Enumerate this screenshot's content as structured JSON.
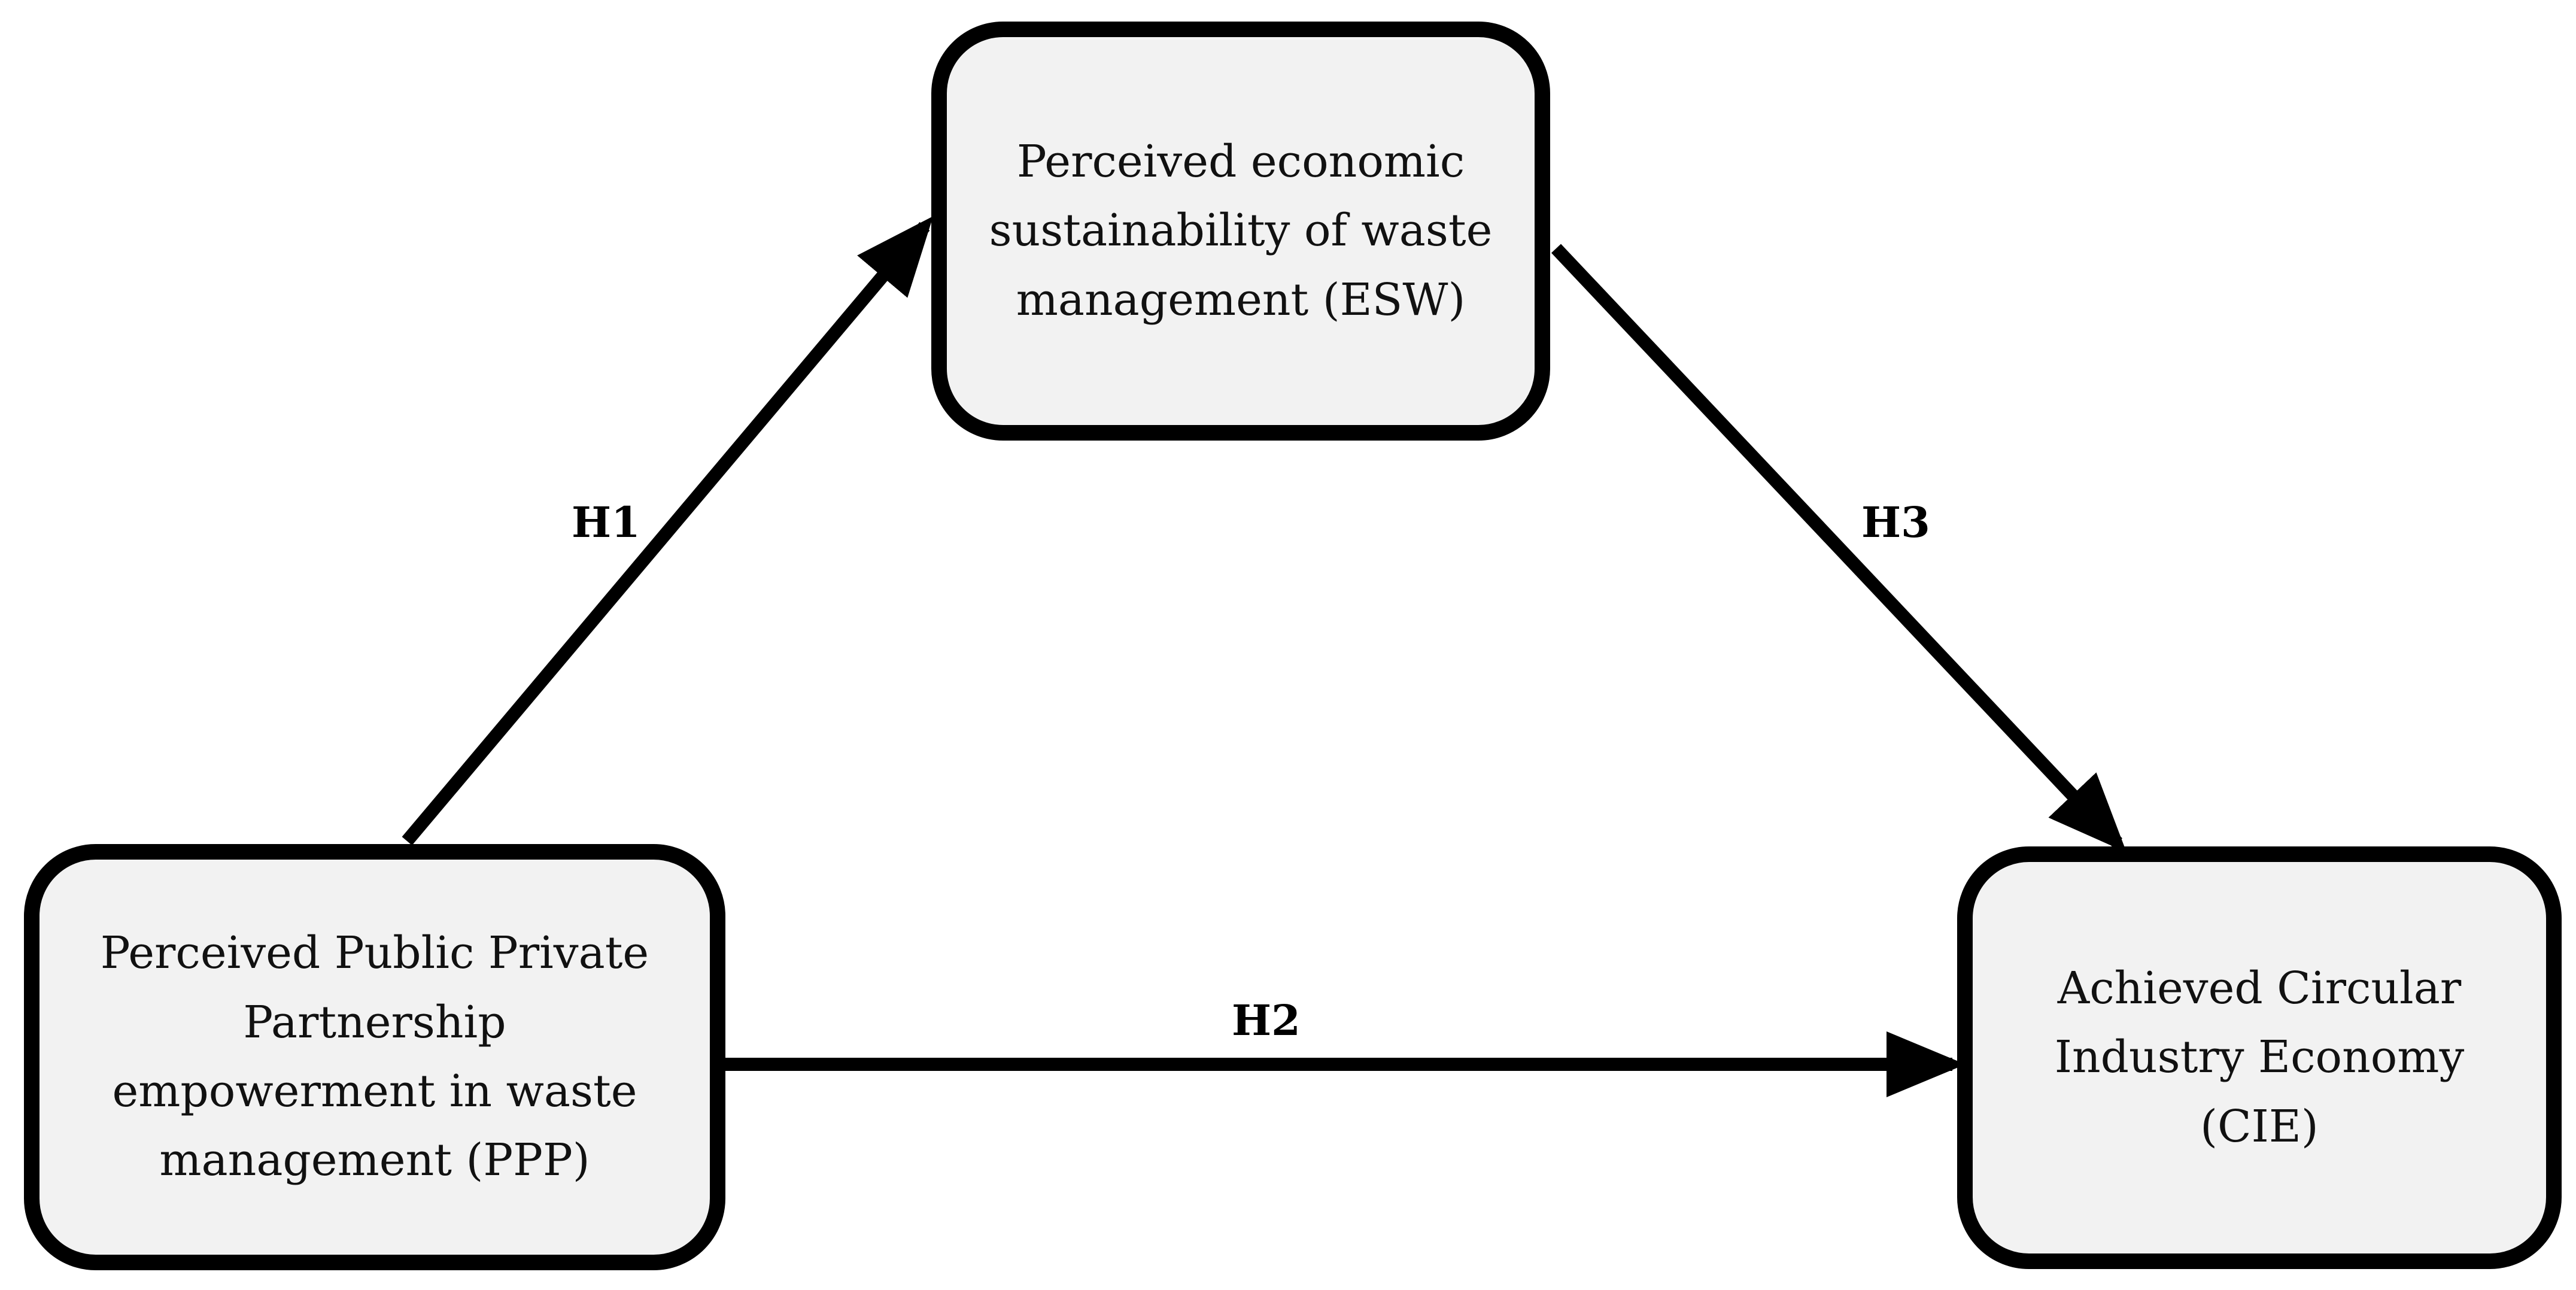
{
  "diagram": {
    "nodes": [
      {
        "id": "esw",
        "lines": [
          "Perceived economic",
          "sustainability of waste",
          "management (ESW)"
        ]
      },
      {
        "id": "ppp",
        "lines": [
          "Perceived Public Private",
          "Partnership",
          "empowerment in waste",
          "management (PPP)"
        ]
      },
      {
        "id": "cie",
        "lines": [
          "Achieved Circular",
          "Industry Economy",
          "(CIE)"
        ]
      }
    ],
    "edges": [
      {
        "from": "ppp",
        "to": "esw",
        "label": "H1"
      },
      {
        "from": "ppp",
        "to": "cie",
        "label": "H2"
      },
      {
        "from": "esw",
        "to": "cie",
        "label": "H3"
      }
    ],
    "colors": {
      "node_fill": "#f2f2f2",
      "node_border": "#000000",
      "arrow": "#000000",
      "text": "#111111"
    }
  }
}
